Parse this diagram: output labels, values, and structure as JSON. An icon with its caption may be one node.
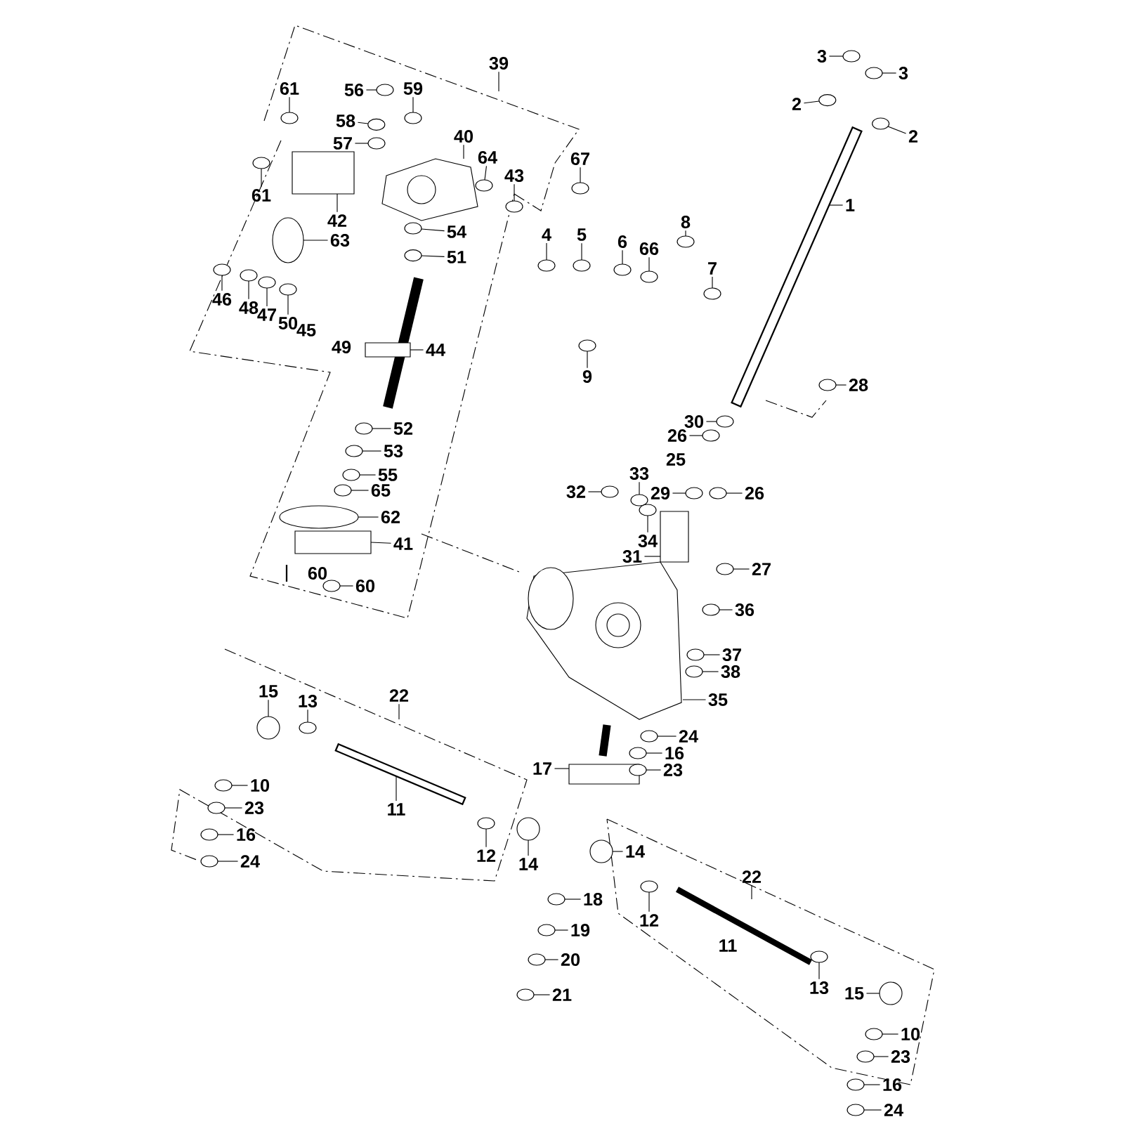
{
  "diagram": {
    "nodes": [
      {
        "text": [
          "3"
        ]
      },
      {
        "text": [
          "3"
        ]
      },
      {
        "text": [
          "39"
        ]
      },
      {
        "text": [
          "56"
        ]
      },
      {
        "text": [
          "61"
        ]
      },
      {
        "text": [
          "59"
        ]
      },
      {
        "text": [
          "2"
        ]
      },
      {
        "text": [
          "58"
        ]
      },
      {
        "text": [
          "40"
        ]
      },
      {
        "text": [
          "2"
        ]
      },
      {
        "text": [
          "57"
        ]
      },
      {
        "text": [
          "64"
        ]
      },
      {
        "text": [
          "67"
        ]
      },
      {
        "text": [
          "43"
        ]
      },
      {
        "text": [
          "61"
        ]
      },
      {
        "text": [
          "1"
        ]
      },
      {
        "text": [
          "42"
        ]
      },
      {
        "text": [
          "8"
        ]
      },
      {
        "text": [
          "54"
        ]
      },
      {
        "text": [
          "4"
        ]
      },
      {
        "text": [
          "5"
        ]
      },
      {
        "text": [
          "63"
        ]
      },
      {
        "text": [
          "6"
        ]
      },
      {
        "text": [
          "66"
        ]
      },
      {
        "text": [
          "51"
        ]
      },
      {
        "text": [
          "7"
        ]
      },
      {
        "text": [
          "46"
        ]
      },
      {
        "text": [
          "48"
        ]
      },
      {
        "text": [
          "47"
        ]
      },
      {
        "text": [
          "50"
        ]
      },
      {
        "text": [
          "44"
        ]
      },
      {
        "text": [
          "9"
        ]
      },
      {
        "text": [
          "28"
        ]
      },
      {
        "text": [
          "30"
        ]
      },
      {
        "text": [
          "52"
        ]
      },
      {
        "text": [
          "26"
        ]
      },
      {
        "text": [
          "53"
        ]
      },
      {
        "text": [
          "33"
        ]
      },
      {
        "text": [
          "55"
        ]
      },
      {
        "text": [
          "65"
        ]
      },
      {
        "text": [
          "32"
        ]
      },
      {
        "text": [
          "29"
        ]
      },
      {
        "text": [
          "26"
        ]
      },
      {
        "text": [
          "62"
        ]
      },
      {
        "text": [
          "34"
        ]
      },
      {
        "text": [
          "41"
        ]
      },
      {
        "text": [
          "31"
        ]
      },
      {
        "text": [
          "27"
        ]
      },
      {
        "text": [
          "60"
        ]
      },
      {
        "text": [
          "36"
        ]
      },
      {
        "text": [
          "37"
        ]
      },
      {
        "text": [
          "38"
        ]
      },
      {
        "text": [
          "15"
        ]
      },
      {
        "text": [
          "22"
        ]
      },
      {
        "text": [
          "35"
        ]
      },
      {
        "text": [
          "13"
        ]
      },
      {
        "text": [
          "24"
        ]
      },
      {
        "text": [
          "16"
        ]
      },
      {
        "text": [
          "17"
        ]
      },
      {
        "text": [
          "23"
        ]
      },
      {
        "text": [
          "10"
        ]
      },
      {
        "text": [
          "23"
        ]
      },
      {
        "text": [
          "11"
        ]
      },
      {
        "text": [
          "16"
        ]
      },
      {
        "text": [
          "14"
        ]
      },
      {
        "text": [
          "12"
        ]
      },
      {
        "text": [
          "24"
        ]
      },
      {
        "text": [
          "14"
        ]
      },
      {
        "text": [
          "22"
        ]
      },
      {
        "text": [
          "18"
        ]
      },
      {
        "text": [
          "12"
        ]
      },
      {
        "text": [
          "19"
        ]
      },
      {
        "text": [
          "20"
        ]
      },
      {
        "text": [
          "13"
        ]
      },
      {
        "text": [
          "15"
        ]
      },
      {
        "text": [
          "21"
        ]
      },
      {
        "text": [
          "10"
        ]
      },
      {
        "text": [
          "23"
        ]
      },
      {
        "text": [
          "16"
        ]
      },
      {
        "text": [
          "24"
        ]
      },
      {
        "text": [],
        "shape": "circle"
      },
      {
        "text": [],
        "shape": "circle"
      },
      {
        "text": [],
        "shape": "circle"
      },
      {
        "text": [],
        "shape": "circle"
      },
      {
        "text": [],
        "shape": "circle"
      },
      {
        "text": [],
        "shape": "circle"
      },
      {
        "text": [],
        "shape": "circle"
      },
      {
        "text": [],
        "shape": "picture"
      },
      {
        "text": [],
        "shape": "circle"
      },
      {
        "text": [],
        "shape": "circle"
      },
      {
        "text": [],
        "shape": "circle"
      },
      {
        "text": [],
        "shape": "circle"
      },
      {
        "text": [],
        "shape": "circle"
      },
      {
        "text": [],
        "shape": "circle"
      },
      {
        "text": [],
        "shape": "bar"
      },
      {
        "text": [],
        "shape": "box"
      },
      {
        "text": [],
        "shape": "circle"
      },
      {
        "text": [],
        "shape": "circle"
      },
      {
        "text": [],
        "shape": "circle"
      },
      {
        "text": [],
        "shape": "circle"
      },
      {
        "text": [],
        "shape": "circle"
      },
      {
        "text": [],
        "shape": "circle"
      },
      {
        "text": [],
        "shape": "circle"
      },
      {
        "text": [],
        "shape": "circle"
      },
      {
        "text": [],
        "shape": "circle"
      },
      {
        "text": [],
        "shape": "circle"
      },
      {
        "text": [],
        "shape": "circle"
      },
      {
        "text": [],
        "shape": "circle"
      },
      {
        "text": [],
        "shape": "circle"
      },
      {
        "text": [],
        "shape": "box"
      },
      {
        "text": [],
        "shape": "circle"
      },
      {
        "text": [],
        "shape": "circle"
      },
      {
        "text": [],
        "shape": "circle"
      },
      {
        "text": [],
        "shape": "circle"
      },
      {
        "text": [],
        "shape": "circle"
      },
      {
        "text": [],
        "shape": "circle"
      },
      {
        "text": [],
        "shape": "circle"
      },
      {
        "text": [],
        "shape": "circle"
      },
      {
        "text": [],
        "shape": "circle"
      },
      {
        "text": [],
        "shape": "circle"
      },
      {
        "text": [],
        "shape": "circle"
      },
      {
        "text": [],
        "shape": "circle"
      },
      {
        "text": [],
        "shape": "circle"
      },
      {
        "text": [],
        "shape": "circle"
      },
      {
        "text": [],
        "shape": "box"
      },
      {
        "text": [],
        "shape": "box"
      },
      {
        "text": [],
        "shape": "circle"
      },
      {
        "text": [],
        "shape": "circle"
      },
      {
        "text": [],
        "shape": "circle"
      },
      {
        "text": [],
        "shape": "circle"
      },
      {
        "text": [],
        "shape": "circle"
      },
      {
        "text": [],
        "shape": "circle"
      },
      {
        "text": [],
        "shape": "picture"
      },
      {
        "text": [],
        "shape": "circle"
      },
      {
        "text": [],
        "shape": "circle"
      },
      {
        "text": [],
        "shape": "circle"
      },
      {
        "text": [],
        "shape": "box"
      },
      {
        "text": [],
        "shape": "circle"
      },
      {
        "text": [],
        "shape": "circle"
      },
      {
        "text": [],
        "shape": "circle"
      },
      {
        "text": [],
        "shape": "bar"
      },
      {
        "text": [],
        "shape": "circle"
      },
      {
        "text": [],
        "shape": "circle"
      },
      {
        "text": [],
        "shape": "circle"
      },
      {
        "text": [],
        "shape": "circle"
      },
      {
        "text": [],
        "shape": "circle"
      },
      {
        "text": [],
        "shape": "circle"
      },
      {
        "text": [],
        "shape": "circle"
      },
      {
        "text": [],
        "shape": "circle"
      },
      {
        "text": [],
        "shape": "circle"
      },
      {
        "text": [],
        "shape": "circle"
      },
      {
        "text": [],
        "shape": "circle"
      },
      {
        "text": [],
        "shape": "circle"
      },
      {
        "text": [],
        "shape": "circle"
      },
      {
        "text": [],
        "shape": "circle"
      },
      {
        "text": [],
        "shape": "circle"
      },
      {
        "text": [],
        "shape": "circle"
      }
    ],
    "edges": [
      {
        "from": 0,
        "to": 80,
        "arrow": "none"
      },
      {
        "from": 1,
        "to": 81,
        "arrow": "none"
      },
      {
        "from": 2,
        "to": null,
        "arrow": "none"
      },
      {
        "from": 3,
        "to": 82,
        "arrow": "none"
      },
      {
        "from": 4,
        "to": 83,
        "arrow": "none"
      },
      {
        "from": 5,
        "to": 84,
        "arrow": "none"
      },
      {
        "from": 6,
        "to": 85,
        "arrow": "none"
      },
      {
        "from": 7,
        "to": 86,
        "arrow": "none"
      },
      {
        "from": 8,
        "to": 87,
        "arrow": "none"
      },
      {
        "from": 9,
        "to": 88,
        "arrow": "none"
      },
      {
        "from": 10,
        "to": 89,
        "arrow": "none"
      },
      {
        "from": 11,
        "to": 90,
        "arrow": "none"
      },
      {
        "from": 12,
        "to": 91,
        "arrow": "none"
      },
      {
        "from": 13,
        "to": 92,
        "arrow": "none"
      },
      {
        "from": 14,
        "to": 93,
        "arrow": "none"
      },
      {
        "from": 15,
        "to": 94,
        "arrow": "none"
      },
      {
        "from": 16,
        "to": 95,
        "arrow": "none"
      },
      {
        "from": 17,
        "to": 96,
        "arrow": "none"
      },
      {
        "from": 18,
        "to": 97,
        "arrow": "none"
      },
      {
        "from": 19,
        "to": 98,
        "arrow": "none"
      },
      {
        "from": 20,
        "to": 99,
        "arrow": "none"
      },
      {
        "from": 21,
        "to": 100,
        "arrow": "none"
      },
      {
        "from": 22,
        "to": 101,
        "arrow": "none"
      },
      {
        "from": 23,
        "to": 102,
        "arrow": "none"
      },
      {
        "from": 24,
        "to": 103,
        "arrow": "none"
      },
      {
        "from": 25,
        "to": 104,
        "arrow": "none"
      },
      {
        "from": 26,
        "to": 105,
        "arrow": "none"
      },
      {
        "from": 27,
        "to": 106,
        "arrow": "none"
      },
      {
        "from": 28,
        "to": 107,
        "arrow": "none"
      },
      {
        "from": 29,
        "to": 108,
        "arrow": "none"
      },
      {
        "from": 30,
        "to": 109,
        "arrow": "none"
      },
      {
        "from": 31,
        "to": 110,
        "arrow": "none"
      },
      {
        "from": 32,
        "to": 111,
        "arrow": "none"
      },
      {
        "from": 33,
        "to": 112,
        "arrow": "none"
      },
      {
        "from": 34,
        "to": 113,
        "arrow": "none"
      },
      {
        "from": 35,
        "to": 114,
        "arrow": "none"
      },
      {
        "from": 36,
        "to": 115,
        "arrow": "none"
      },
      {
        "from": 37,
        "to": 116,
        "arrow": "none"
      },
      {
        "from": 38,
        "to": 117,
        "arrow": "none"
      },
      {
        "from": 39,
        "to": 118,
        "arrow": "none"
      },
      {
        "from": 40,
        "to": 119,
        "arrow": "none"
      },
      {
        "from": 41,
        "to": 120,
        "arrow": "none"
      },
      {
        "from": 42,
        "to": 121,
        "arrow": "none"
      },
      {
        "from": 43,
        "to": 122,
        "arrow": "none"
      },
      {
        "from": 44,
        "to": 123,
        "arrow": "none"
      },
      {
        "from": 45,
        "to": 124,
        "arrow": "none"
      },
      {
        "from": 46,
        "to": 125,
        "arrow": "none"
      },
      {
        "from": 47,
        "to": 126,
        "arrow": "none"
      },
      {
        "from": 48,
        "to": 127,
        "arrow": "none"
      },
      {
        "from": 49,
        "to": 128,
        "arrow": "none"
      },
      {
        "from": 50,
        "to": 129,
        "arrow": "none"
      },
      {
        "from": 51,
        "to": 130,
        "arrow": "none"
      },
      {
        "from": 52,
        "to": 131,
        "arrow": "none"
      },
      {
        "from": 53,
        "to": null,
        "arrow": "none"
      },
      {
        "from": 54,
        "to": 132,
        "arrow": "none"
      },
      {
        "from": 55,
        "to": 133,
        "arrow": "none"
      },
      {
        "from": 56,
        "to": 134,
        "arrow": "none"
      },
      {
        "from": 57,
        "to": 135,
        "arrow": "none"
      },
      {
        "from": 58,
        "to": 136,
        "arrow": "none"
      },
      {
        "from": 59,
        "to": 137,
        "arrow": "none"
      },
      {
        "from": 60,
        "to": 138,
        "arrow": "none"
      },
      {
        "from": 61,
        "to": 139,
        "arrow": "none"
      },
      {
        "from": 62,
        "to": 140,
        "arrow": "none"
      },
      {
        "from": 63,
        "to": 141,
        "arrow": "none"
      },
      {
        "from": 64,
        "to": 142,
        "arrow": "none"
      },
      {
        "from": 65,
        "to": 143,
        "arrow": "none"
      },
      {
        "from": 66,
        "to": 144,
        "arrow": "none"
      },
      {
        "from": 67,
        "to": 145,
        "arrow": "none"
      },
      {
        "from": 68,
        "to": null,
        "arrow": "none"
      },
      {
        "from": 69,
        "to": 146,
        "arrow": "none"
      },
      {
        "from": 70,
        "to": 147,
        "arrow": "none"
      },
      {
        "from": 71,
        "to": 148,
        "arrow": "none"
      },
      {
        "from": 72,
        "to": 149,
        "arrow": "none"
      },
      {
        "from": 73,
        "to": 150,
        "arrow": "none"
      },
      {
        "from": 74,
        "to": 151,
        "arrow": "none"
      },
      {
        "from": 75,
        "to": 152,
        "arrow": "none"
      },
      {
        "from": 76,
        "to": 153,
        "arrow": "none"
      },
      {
        "from": 77,
        "to": 154,
        "arrow": "none"
      },
      {
        "from": 78,
        "to": 155,
        "arrow": "none"
      },
      {
        "from": 79,
        "to": 156,
        "arrow": "none"
      }
    ],
    "labels": [
      "45",
      "49",
      "25",
      "60",
      "11"
    ]
  }
}
